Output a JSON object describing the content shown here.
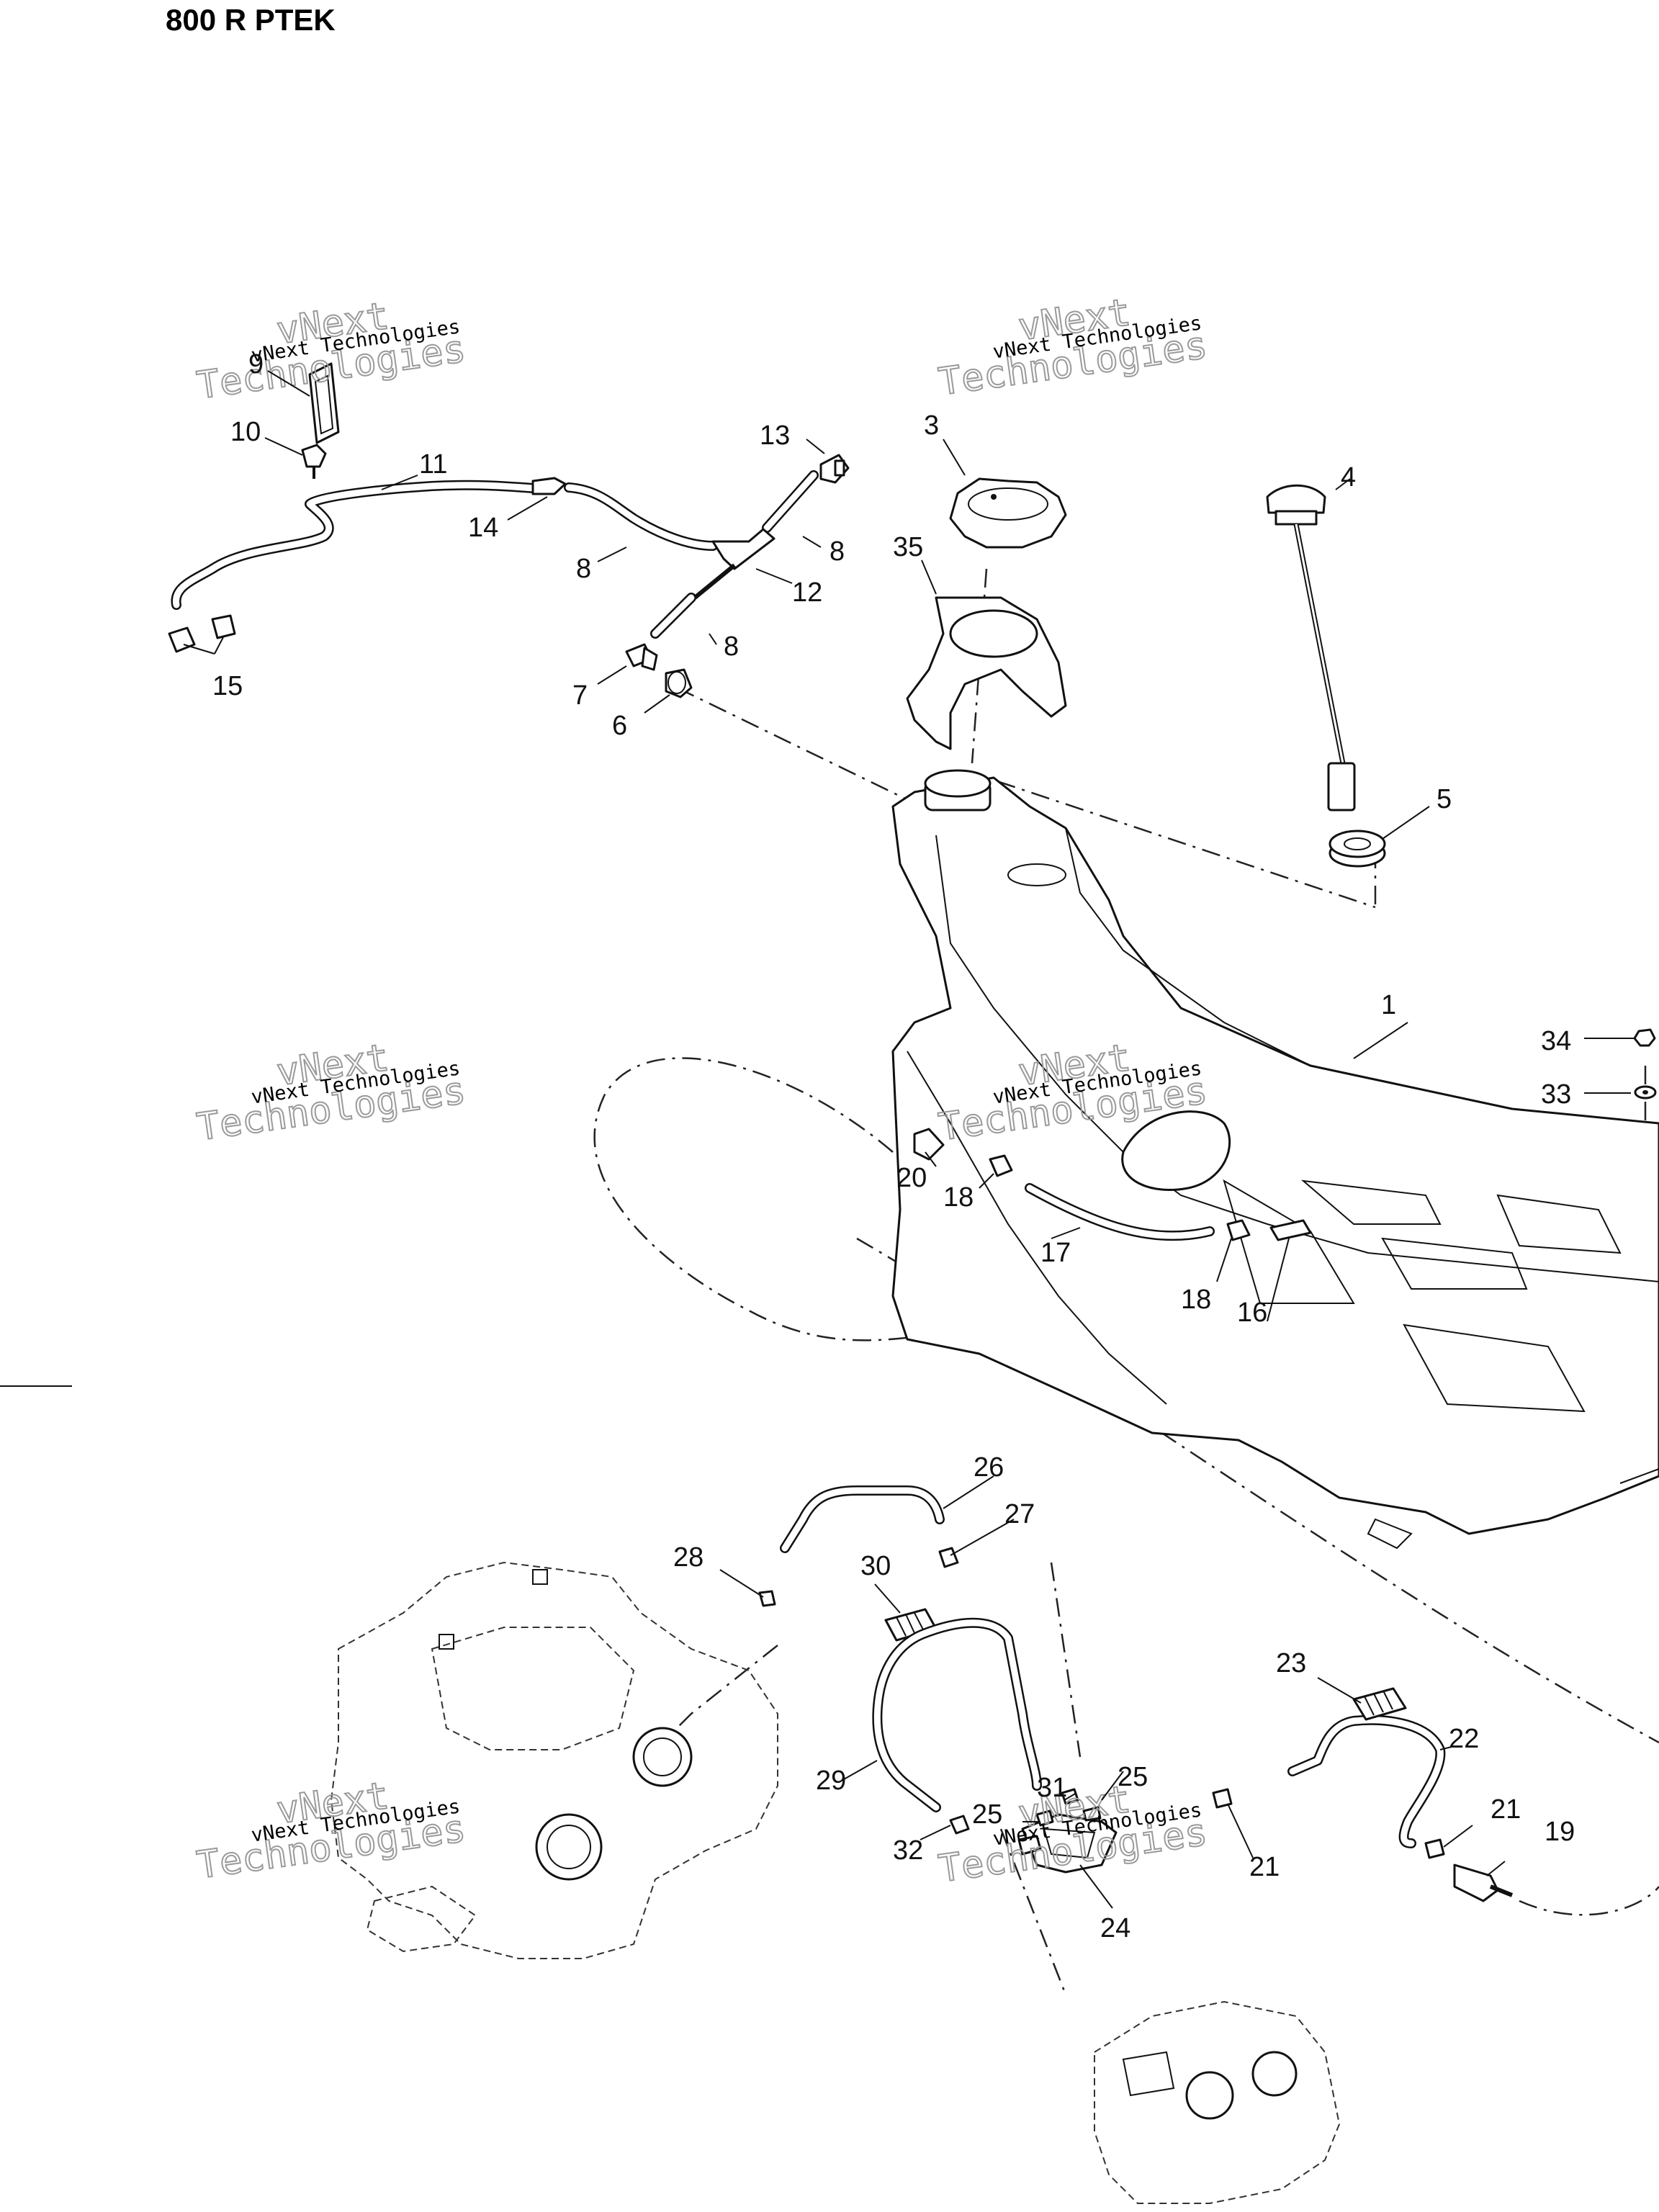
{
  "title": "800 R PTEK",
  "watermark": {
    "line1": "vNext Technologies",
    "big_top": "vNext",
    "big_bottom": "Technologies"
  },
  "callouts": [
    "1",
    "3",
    "4",
    "5",
    "6",
    "7",
    "8",
    "8",
    "8",
    "9",
    "10",
    "11",
    "12",
    "13",
    "14",
    "15",
    "16",
    "17",
    "18",
    "18",
    "19",
    "20",
    "21",
    "21",
    "22",
    "23",
    "24",
    "25",
    "25",
    "26",
    "27",
    "28",
    "29",
    "30",
    "31",
    "32",
    "33",
    "34",
    "35"
  ]
}
